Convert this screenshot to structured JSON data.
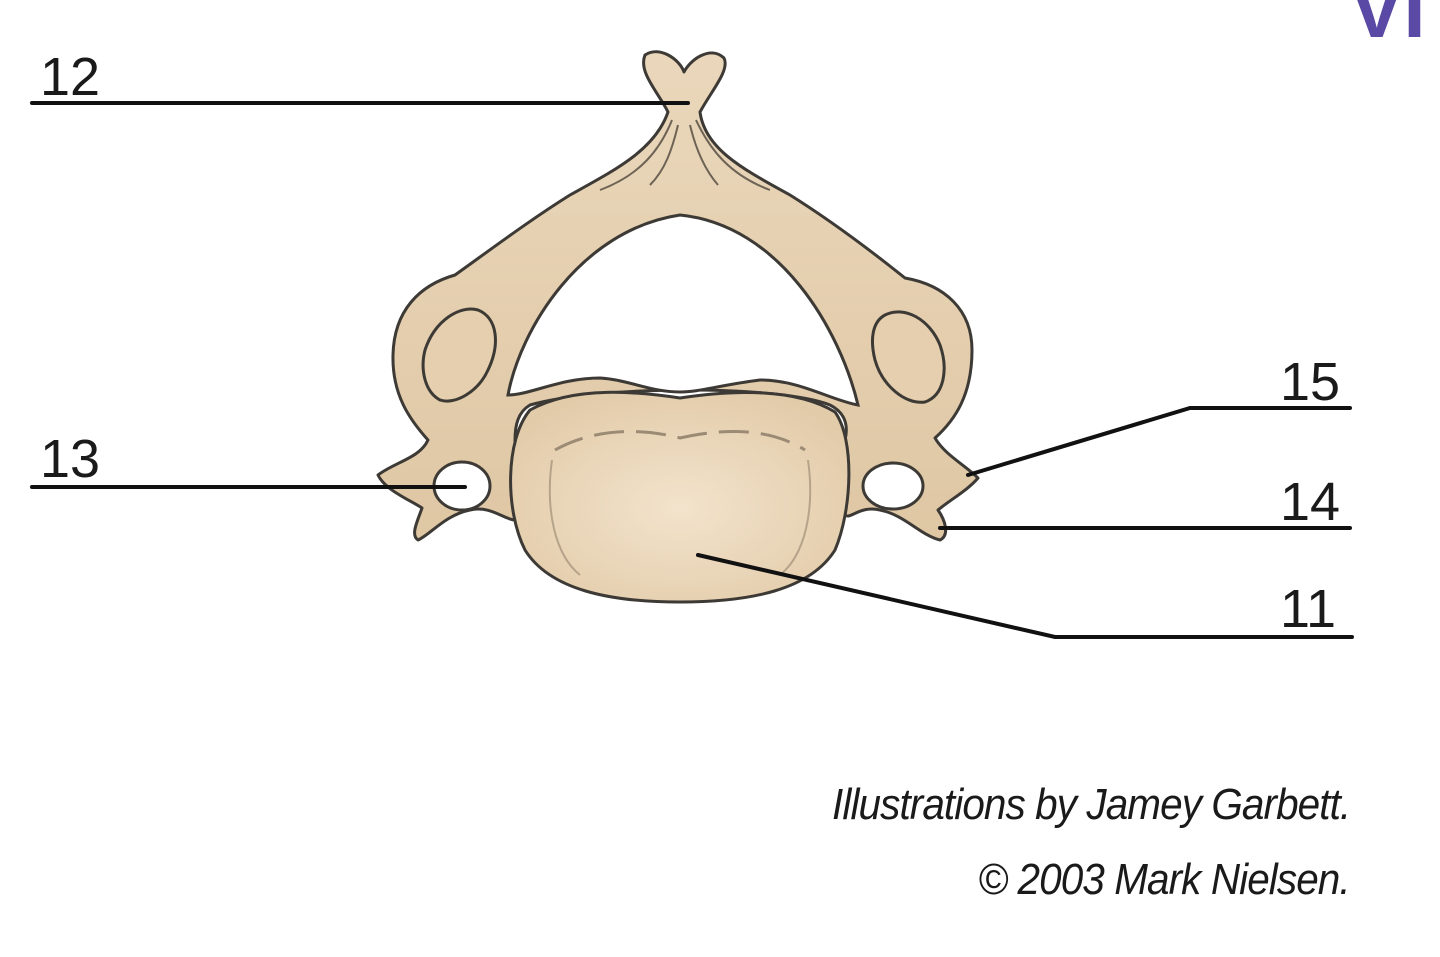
{
  "diagram": {
    "subject": "cervical vertebra, superior view",
    "labels": [
      {
        "id": "12",
        "text": "12",
        "side": "left"
      },
      {
        "id": "13",
        "text": "13",
        "side": "left"
      },
      {
        "id": "15",
        "text": "15",
        "side": "right"
      },
      {
        "id": "14",
        "text": "14",
        "side": "right"
      },
      {
        "id": "11",
        "text": "11",
        "side": "right"
      }
    ],
    "corner_text": "VI",
    "credits": {
      "line1": "Illustrations by Jamey Garbett.",
      "line2": "© 2003 Mark Nielsen."
    },
    "colors": {
      "bone_fill": "#e9d6bb",
      "bone_outline": "#3d3a36",
      "leader_line": "#111111",
      "corner_accent": "#5a4aa6"
    }
  }
}
